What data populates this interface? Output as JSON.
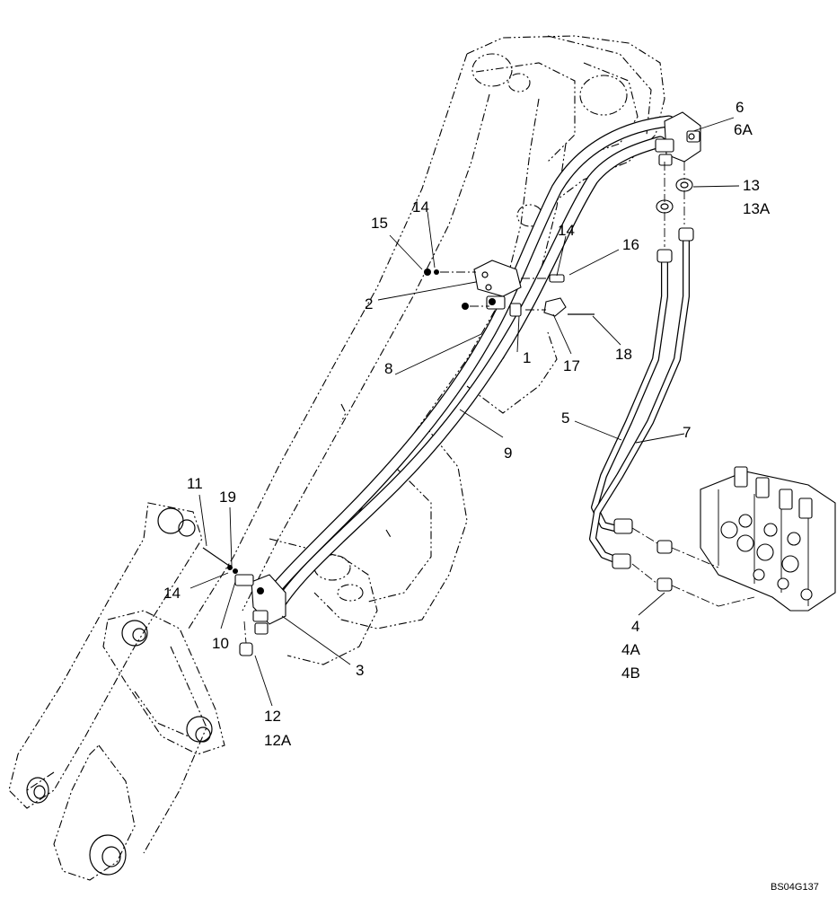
{
  "callouts": {
    "c1": "1",
    "c2": "2",
    "c3": "3",
    "c4": "4",
    "c4a": "4A",
    "c4b": "4B",
    "c5": "5",
    "c6": "6",
    "c6a": "6A",
    "c7": "7",
    "c8": "8",
    "c9": "9",
    "c10": "10",
    "c11": "11",
    "c12": "12",
    "c12a": "12A",
    "c13": "13",
    "c13a": "13A",
    "c14a": "14",
    "c14b": "14",
    "c14c": "14",
    "c15": "15",
    "c16": "16",
    "c17": "17",
    "c18": "18",
    "c19": "19"
  },
  "drawing_code": "BS04G137",
  "icons": {
    "loader-arm": "loader-arm-phantom",
    "control-valve": "hydraulic-control-valve"
  }
}
